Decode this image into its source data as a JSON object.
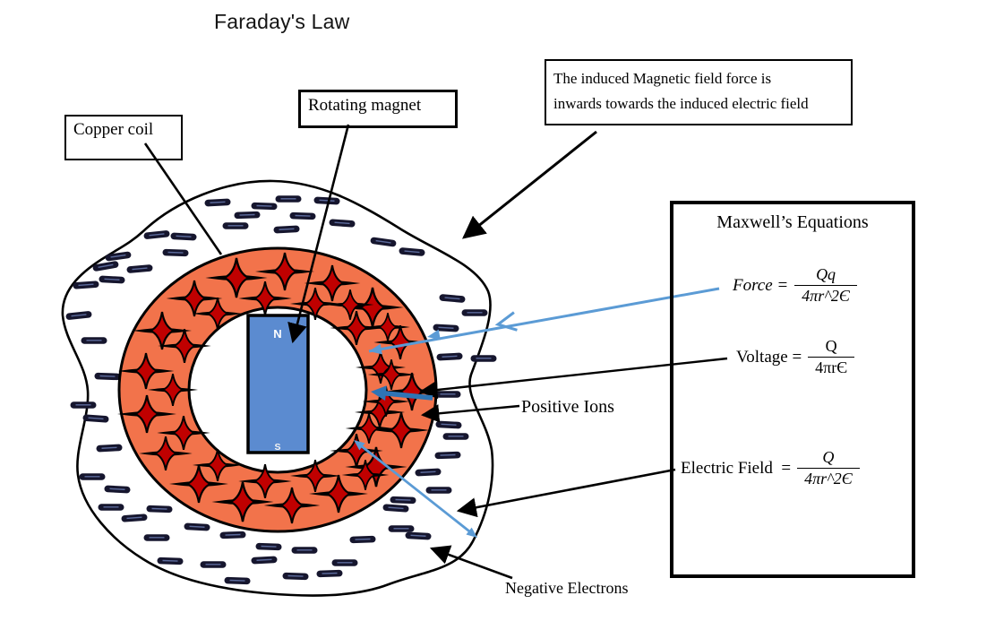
{
  "title": "Faraday's Law",
  "callouts": {
    "copper_coil": "Copper coil",
    "rotating_magnet": "Rotating magnet",
    "induced_note_line1": "The induced Magnetic field force is",
    "induced_note_line2": "inwards towards the induced  electric field",
    "positive_ions": "Positive Ions",
    "negative_electrons": "Negative Electrons"
  },
  "maxwell": {
    "title": "Maxwell’s Equations",
    "force": {
      "lhs": "Force =",
      "numerator": "Qq",
      "denominator": "4πr^2Є"
    },
    "voltage": {
      "lhs": "Voltage =",
      "numerator": "Q",
      "denominator": "4πrЄ"
    },
    "electric_field": {
      "lhs": "Electric Field  =",
      "numerator": "Q",
      "denominator": "4πr^2Є"
    }
  },
  "magnet": {
    "north_pole": "N",
    "south_pole": "S"
  },
  "colors": {
    "coil_ring_orange": "#F2734B",
    "ion_star_red": "#C00000",
    "magnet_blue": "#5B8BD0",
    "light_blue_arrow": "#5B9BD5",
    "dark_blue_arrow": "#2E74B5",
    "electron_dash_navy": "#16162E",
    "outline_black": "#000000"
  },
  "diagram": {
    "ion_stars": [
      [
        460,
        437,
        1.0
      ],
      [
        448,
        480,
        0.95
      ],
      [
        420,
        521,
        1.05
      ],
      [
        378,
        551,
        1.0
      ],
      [
        326,
        564,
        0.95
      ],
      [
        271,
        560,
        1.05
      ],
      [
        222,
        540,
        1.0
      ],
      [
        185,
        506,
        0.9
      ],
      [
        164,
        462,
        1.0
      ],
      [
        163,
        414,
        0.95
      ],
      [
        181,
        369,
        1.0
      ],
      [
        217,
        333,
        0.95
      ],
      [
        264,
        310,
        1.05
      ],
      [
        318,
        303,
        1.0
      ],
      [
        371,
        316,
        0.95
      ],
      [
        416,
        343,
        1.05
      ],
      [
        447,
        382,
        0.9
      ],
      [
        424,
        460,
        0.85
      ],
      [
        398,
        503,
        0.9
      ],
      [
        352,
        531,
        0.85
      ],
      [
        296,
        537,
        0.9
      ],
      [
        243,
        519,
        0.85
      ],
      [
        205,
        483,
        0.9
      ],
      [
        193,
        435,
        0.85
      ],
      [
        206,
        386,
        0.9
      ],
      [
        243,
        350,
        0.85
      ],
      [
        296,
        333,
        0.9
      ],
      [
        352,
        339,
        0.85
      ],
      [
        398,
        366,
        0.9
      ],
      [
        425,
        410,
        0.85
      ],
      [
        437,
        418,
        0.8
      ],
      [
        431,
        448,
        0.8
      ],
      [
        412,
        478,
        0.8
      ],
      [
        433,
        365,
        0.75
      ],
      [
        391,
        340,
        0.8
      ],
      [
        408,
        530,
        0.8
      ]
    ],
    "electron_dashes": [
      [
        243,
        226,
        -3
      ],
      [
        295,
        230,
        2
      ],
      [
        322,
        222,
        0
      ],
      [
        365,
        224,
        3
      ],
      [
        276,
        240,
        -2
      ],
      [
        338,
        241,
        2
      ],
      [
        263,
        252,
        0
      ],
      [
        320,
        256,
        -3
      ],
      [
        382,
        249,
        4
      ],
      [
        175,
        262,
        -6
      ],
      [
        205,
        264,
        3
      ],
      [
        428,
        270,
        8
      ],
      [
        460,
        281,
        5
      ],
      [
        132,
        286,
        -8
      ],
      [
        196,
        282,
        2
      ],
      [
        156,
        300,
        -5
      ],
      [
        118,
        297,
        -10
      ],
      [
        96,
        318,
        -4
      ],
      [
        125,
        312,
        3
      ],
      [
        88,
        352,
        -6
      ],
      [
        105,
        380,
        0
      ],
      [
        120,
        420,
        2
      ],
      [
        93,
        452,
        0
      ],
      [
        107,
        467,
        4
      ],
      [
        122,
        500,
        -3
      ],
      [
        103,
        532,
        0
      ],
      [
        131,
        546,
        3
      ],
      [
        505,
        333,
        5
      ],
      [
        530,
        349,
        0
      ],
      [
        498,
        366,
        3
      ],
      [
        540,
        400,
        0
      ],
      [
        502,
        398,
        -3
      ],
      [
        500,
        440,
        0
      ],
      [
        501,
        474,
        3
      ],
      [
        509,
        487,
        0
      ],
      [
        500,
        508,
        -2
      ],
      [
        490,
        547,
        0
      ],
      [
        478,
        527,
        -3
      ],
      [
        124,
        566,
        0
      ],
      [
        150,
        578,
        -4
      ],
      [
        178,
        568,
        2
      ],
      [
        220,
        588,
        3
      ],
      [
        175,
        600,
        0
      ],
      [
        260,
        597,
        -2
      ],
      [
        300,
        610,
        2
      ],
      [
        340,
        614,
        0
      ],
      [
        385,
        628,
        0
      ],
      [
        295,
        625,
        -3
      ],
      [
        190,
        626,
        2
      ],
      [
        238,
        630,
        0
      ],
      [
        330,
        643,
        2
      ],
      [
        405,
        602,
        -2
      ],
      [
        442,
        567,
        4
      ],
      [
        448,
        590,
        0
      ],
      [
        467,
        598,
        3
      ],
      [
        450,
        558,
        2
      ],
      [
        265,
        648,
        2
      ],
      [
        368,
        640,
        -2
      ]
    ]
  }
}
